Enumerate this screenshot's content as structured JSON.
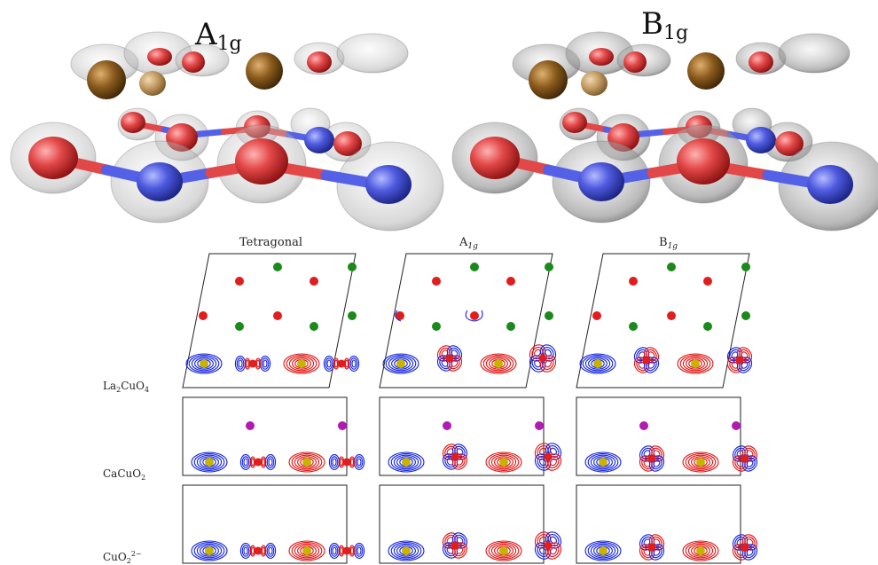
{
  "top_titles": {
    "a1g_main": "A",
    "a1g_sub": "1g",
    "b1g_main": "B",
    "b1g_sub": "1g"
  },
  "column_titles": {
    "tetragonal": "Tetragonal",
    "a1g_main": "A",
    "a1g_sub": "1g",
    "b1g_main": "B",
    "b1g_sub": "1g"
  },
  "row_labels": {
    "la2cuo4": {
      "p1": "La",
      "s1": "2",
      "p2": "CuO",
      "s2": "4"
    },
    "cacuo2": {
      "p1": "CaCuO",
      "s2": "2"
    },
    "cuo2": {
      "p1": "CuO",
      "s1": "2",
      "sup": "2−"
    }
  },
  "colors": {
    "oxygen": "#e11d1d",
    "copper": "#4455dd",
    "lanthanum": "#1a8a1a",
    "calcium": "#b21bb2",
    "core": "#c8b400",
    "contour_pos": "#e01010",
    "contour_neg": "#1020e0",
    "sphere_brown": "#8a5a1c",
    "halo": "#9a9a9a"
  }
}
